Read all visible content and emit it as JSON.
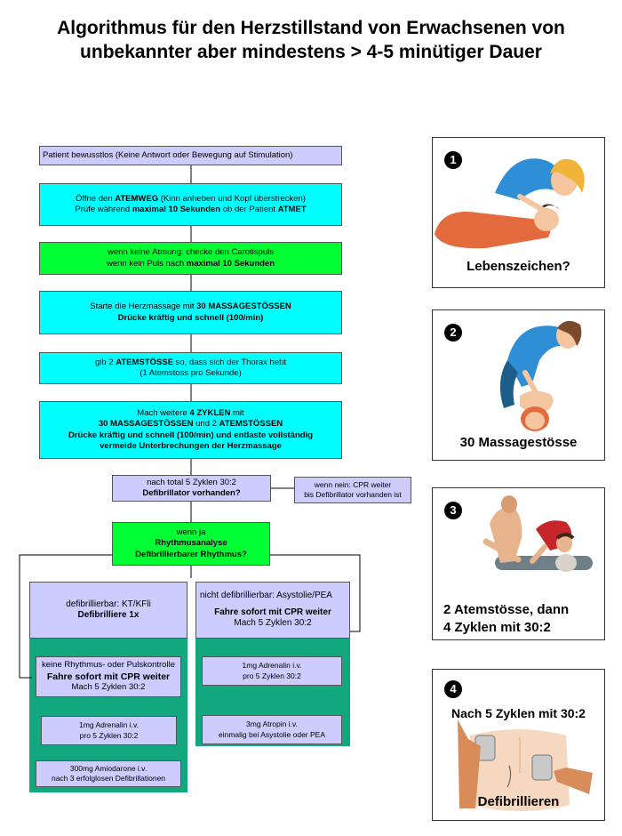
{
  "title": {
    "line1": "Algorithmus für den Herzstillstand von Erwachsenen von",
    "line2": "unbekannter aber mindestens > 4-5 minütiger Dauer"
  },
  "flow": {
    "b1": "Patient bewusstlos (Keine Antwort oder Bewegung auf Stimulation)",
    "b2": {
      "l1a": "Öffne den ",
      "l1b": "ATEMWEG",
      "l1c": " (Kinn anheben und Kopf überstrecken)",
      "l2a": "Prüfe während ",
      "l2b": "maximal 10 Sekunden",
      "l2c": " ob der Patient ",
      "l2d": "ATMET"
    },
    "b3": {
      "l1": "wenn keine Atmung: checke den Carotispuls",
      "l2a": "wenn kein Puls nach ",
      "l2b": "maximal 10 Sekunden"
    },
    "b4": {
      "l1a": "Starte die Herzmassage mit ",
      "l1b": "30 MASSAGESTÖSSEN",
      "l2": "Drücke kräftig und schnell (100/min)"
    },
    "b5": {
      "l1a": "gib 2 ",
      "l1b": "ATEMSTÖSSE",
      "l1c": " so, dass sich der Thorax hebt",
      "l2": "(1 Atemstoss pro Sekunde)"
    },
    "b6": {
      "l1a": "Mach weitere ",
      "l1b": "4 ZYKLEN",
      "l1c": " mit",
      "l2a": "30 MASSAGESTÖSSEN",
      "l2b": " und 2 ",
      "l2c": "ATEMSTÖSSEN",
      "l3": "Drücke kräftig und schnell (100/min) und entlaste vollständig",
      "l4": "vermeide Unterbrechungen der Herzmassage"
    },
    "b7": {
      "l1": "nach total 5 Zyklen 30:2",
      "l2": "Defibrillator vorhanden?"
    },
    "b7side": {
      "l1": "wenn nein: CPR weiter",
      "l2": "bis Defibrillator vorhanden ist"
    },
    "b8": {
      "l1": "wenn ja",
      "l2": "Rhythmusanalyse",
      "l3": "Defibrillierbarer Rhythmus?"
    },
    "left_head": {
      "l1": "defibrillierbar: KT/KFli",
      "l2": "Defibrilliere 1x"
    },
    "left_b1": {
      "l1": "keine Rhythmus- oder Pulskontrolle",
      "l2": "Fahre sofort mit CPR weiter",
      "l3": "Mach 5 Zyklen 30:2"
    },
    "left_b2": {
      "l1": "1mg Adrenalin i.v.",
      "l2": "pro 5 Zyklen 30:2"
    },
    "left_b3": {
      "l1": "300mg Amiodarone i.v.",
      "l2": "nach 3 erfolglosen Defibrillationen"
    },
    "right_head": {
      "l1": "nicht defibrillierbar: Asystolie/PEA",
      "l2": "Fahre sofort mit CPR weiter",
      "l3": "Mach 5 Zyklen 30:2"
    },
    "right_b1": {
      "l1": "1mg Adrenalin i.v.",
      "l2": "pro 5 Zyklen 30:2"
    },
    "right_b2": {
      "l1": "3mg Atropin i.v.",
      "l2": "einmalig bei Asystolie oder PEA"
    }
  },
  "steps": [
    {
      "number": "1",
      "caption": "Lebenszeichen?"
    },
    {
      "number": "2",
      "caption": "30 Massagestösse"
    },
    {
      "number": "3",
      "caption_l1": "2 Atemstösse, dann",
      "caption_l2": "4 Zyklen mit 30:2"
    },
    {
      "number": "4",
      "caption_top": "Nach 5 Zyklen mit 30:2",
      "caption": "Defibrillieren"
    }
  ],
  "colors": {
    "cyan": "#00ffff",
    "green": "#00ff33",
    "lavender": "#ccccff",
    "teal": "#13a77f"
  }
}
